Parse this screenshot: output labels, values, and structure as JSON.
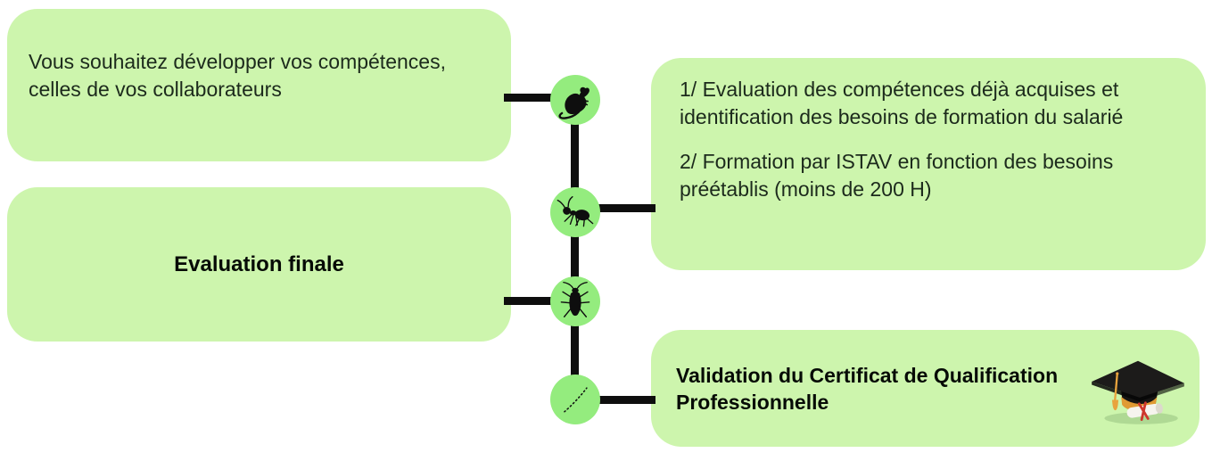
{
  "flowchart": {
    "step_start": {
      "text": "Vous souhaitez développer vos compétences,\ncelles de vos collaborateurs"
    },
    "step_process": {
      "item1": "1/ Evaluation des compétences déjà acquises et\nidentification des besoins de formation du salarié",
      "item2": "2/ Formation par ISTAV en fonction des besoins\npréétablis (moins de 200 H)"
    },
    "step_final_evaluation": {
      "text": "Evaluation finale"
    },
    "step_validation": {
      "text": "Validation du Certificat de Qualification\nProfessionnelle"
    },
    "timeline_icons": [
      "rat-icon",
      "ant-icon",
      "cockroach-icon",
      "dotted-trail-icon"
    ],
    "validation_icon": "graduation-cap-icon",
    "colors": {
      "box_background": "#cdf5ad",
      "node_background": "#94ec7e",
      "connector_black": "#0e0e0e",
      "body_text": "#1c2a1c",
      "heading_text": "#060b06",
      "tassel_gold": "#e8a33d",
      "ribbon_red": "#cd372c",
      "diploma_white": "#f6f4ee"
    }
  }
}
